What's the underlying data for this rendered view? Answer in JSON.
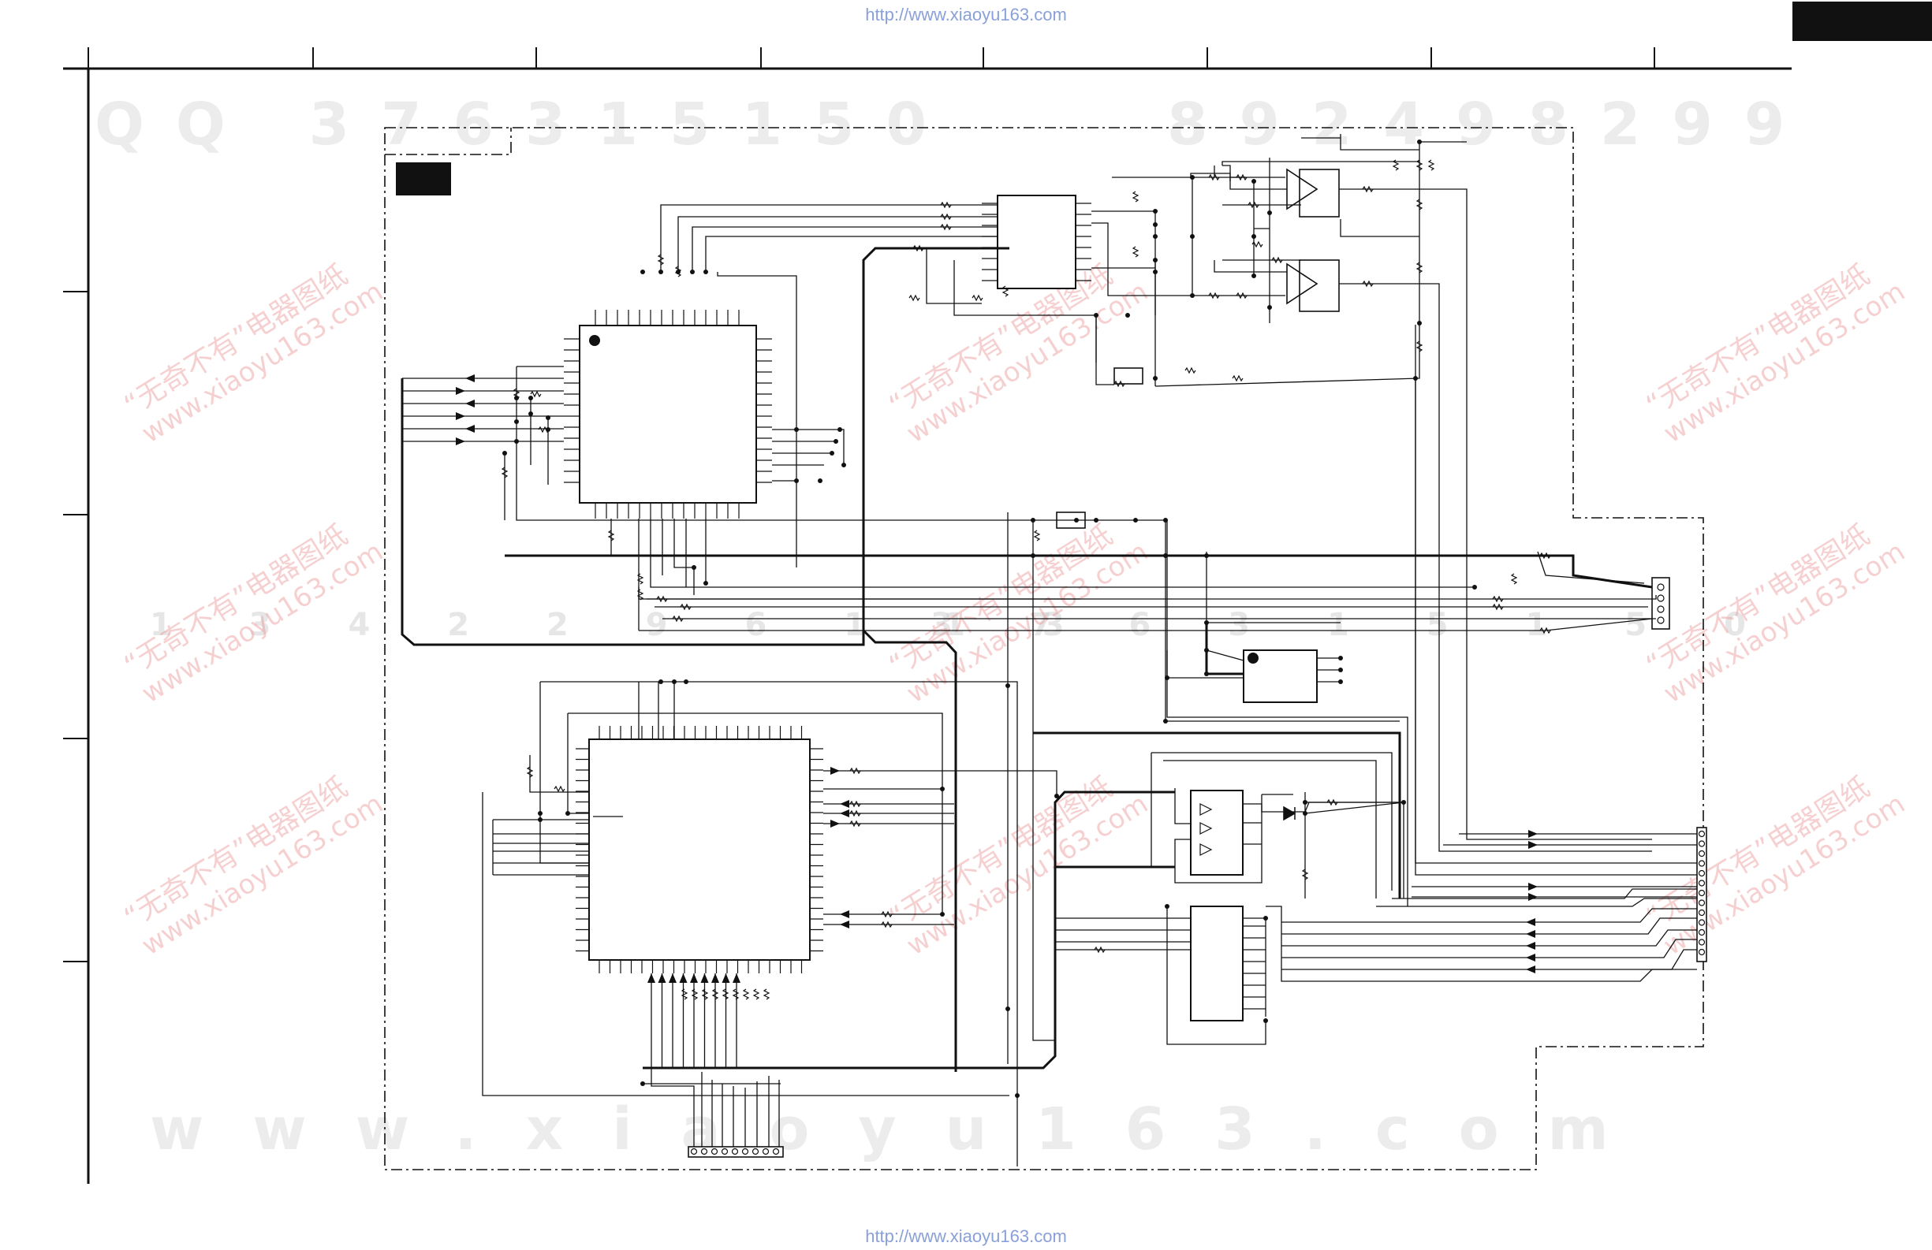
{
  "header": {
    "url_top": "http://www.xiaoyu163.com",
    "url_bottom": "http://www.xiaoyu163.com"
  },
  "watermarks": {
    "qq": "QQ 376315150",
    "qq_number": "892498299",
    "website": "www.xiaoyu163.com",
    "mid_left": "1 3 4 2 2 9 6 1 1 3",
    "mid_right": "3 7 6 3 1 5 1 5 0",
    "cn_slogan": "“无奇不有”电器图纸",
    "cn_site": "www.xiaoyu163.com"
  },
  "colors": {
    "ink": "#111111",
    "watermark_blue": "#8aa0d8",
    "watermark_red": "#eb9696"
  },
  "icons": {
    "ic_pin1_marker": "filled-circle",
    "signal_arrow": "arrowhead",
    "resistor": "zigzag-resistor",
    "opamp": "triangle-opamp",
    "diode": "diode-symbol"
  }
}
